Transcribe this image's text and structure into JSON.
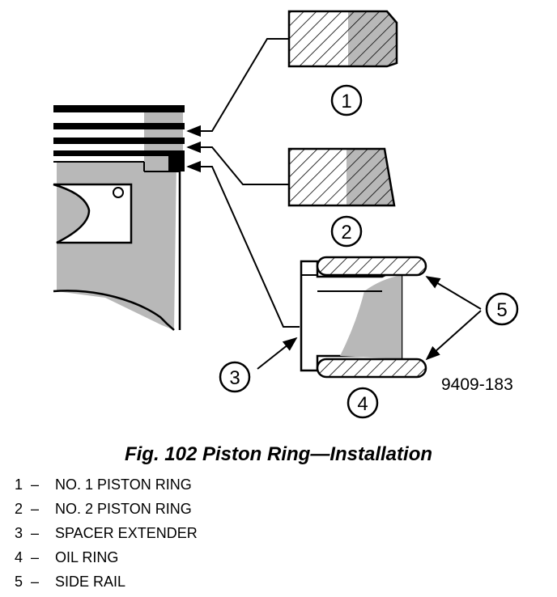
{
  "figure": {
    "reference_code": "9409-183",
    "callouts": [
      "1",
      "2",
      "3",
      "4",
      "5"
    ]
  },
  "caption": "Fig. 102 Piston Ring—Installation",
  "legend": [
    {
      "num": "1",
      "label": "NO. 1 PISTON RING"
    },
    {
      "num": "2",
      "label": "NO. 2 PISTON RING"
    },
    {
      "num": "3",
      "label": "SPACER EXTENDER"
    },
    {
      "num": "4",
      "label": "OIL RING"
    },
    {
      "num": "5",
      "label": "SIDE RAIL"
    }
  ],
  "colors": {
    "ink": "#000000",
    "shade": "#b8b8b8",
    "paper": "#ffffff"
  }
}
